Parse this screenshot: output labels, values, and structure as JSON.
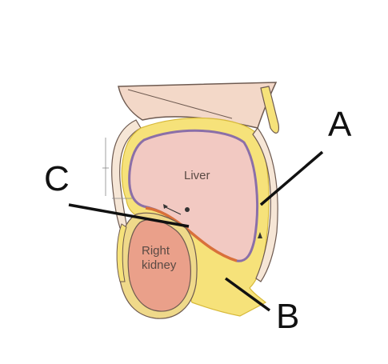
{
  "labels": {
    "liver": "Liver",
    "kidney_line1": "Right",
    "kidney_line2": "kidney"
  },
  "callouts": {
    "a": "A",
    "b": "B",
    "c": "C"
  },
  "colors": {
    "liver_fill": "#f2c9c2",
    "liver_outline_purple": "#8b6fa8",
    "liver_outline_orange": "#d9703a",
    "peritoneum_yellow": "#f6e27a",
    "peritoneum_yellow_dark": "#d7b93a",
    "kidney_fill": "#eaa08a",
    "kidney_capsule": "#efd98a",
    "diaphragm_fill": "#f3d8c8",
    "body_wall_beige": "#f6e6d6",
    "outline": "#6e5a50",
    "callout_line": "#111111"
  }
}
